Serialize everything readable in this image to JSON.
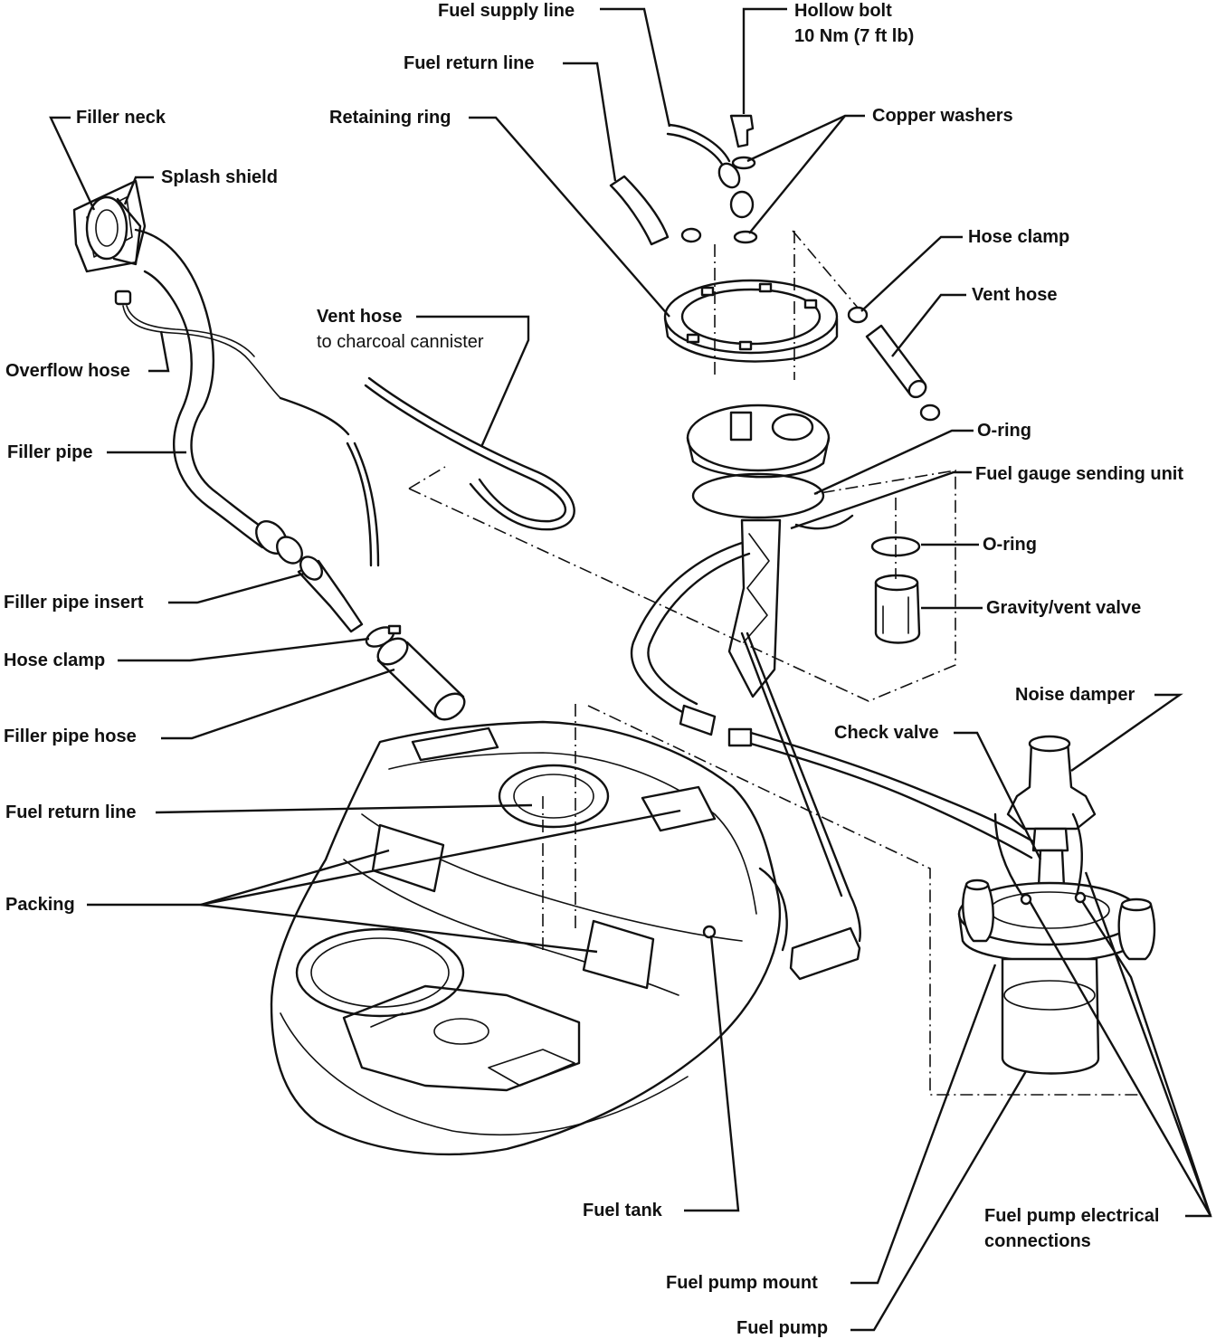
{
  "labels": {
    "fuel_supply_line": "Fuel supply line",
    "hollow_bolt": "Hollow bolt",
    "hollow_bolt_torque": "10 Nm (7 ft lb)",
    "fuel_return_line_top": "Fuel return line",
    "copper_washers": "Copper washers",
    "retaining_ring": "Retaining ring",
    "filler_neck": "Filler neck",
    "splash_shield": "Splash shield",
    "hose_clamp_right": "Hose clamp",
    "vent_hose_right": "Vent hose",
    "vent_hose_left": "Vent hose",
    "vent_hose_left_sub": "to charcoal cannister",
    "overflow_hose": "Overflow hose",
    "o_ring_top": "O-ring",
    "filler_pipe": "Filler pipe",
    "fuel_gauge_sending_unit": "Fuel gauge sending unit",
    "o_ring_bottom": "O-ring",
    "filler_pipe_insert": "Filler pipe insert",
    "gravity_vent_valve": "Gravity/vent valve",
    "hose_clamp_left": "Hose clamp",
    "noise_damper": "Noise damper",
    "check_valve": "Check valve",
    "filler_pipe_hose": "Filler pipe hose",
    "fuel_return_line_left": "Fuel return line",
    "packing": "Packing",
    "fuel_tank": "Fuel tank",
    "fuel_pump_electrical_1": "Fuel pump electrical",
    "fuel_pump_electrical_2": "connections",
    "fuel_pump_mount": "Fuel pump mount",
    "fuel_pump": "Fuel pump"
  }
}
